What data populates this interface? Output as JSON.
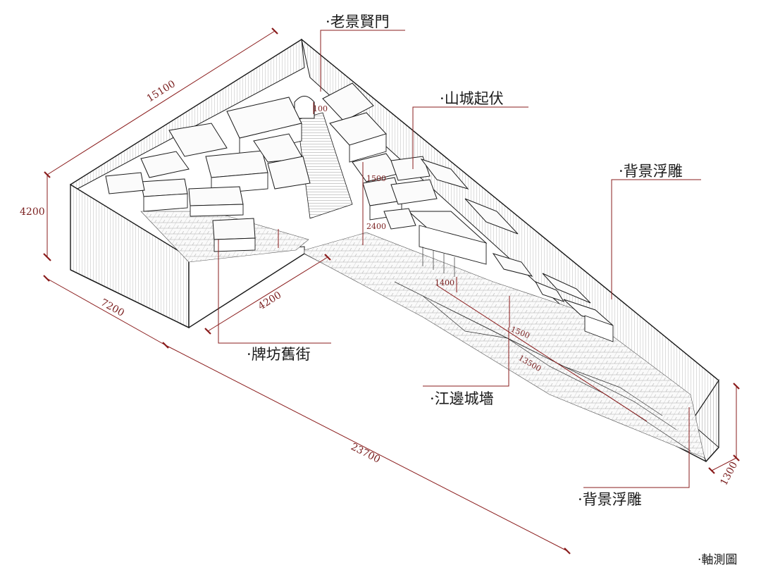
{
  "labels": {
    "old_gate": "老景賢門",
    "mountain_city": "山城起伏",
    "bg_relief_top": "背景浮雕",
    "archway_street": "牌坊舊街",
    "riverside_wall": "江邊城墻",
    "bg_relief_bottom": "背景浮雕",
    "axonometric": "軸測圖",
    "bullet": "·"
  },
  "dimensions": {
    "d15100": "15100",
    "d4200_left": "4200",
    "d7200": "7200",
    "d4200_inner": "4200",
    "d23700": "23700",
    "d1300": "1300",
    "d100": "100",
    "d1500_a": "1500",
    "d2400": "2400",
    "d1400": "1400",
    "d1500_b": "1500",
    "d13500": "13500"
  },
  "colors": {
    "annotation_red": "#8a1c1c",
    "line_black": "#1a1a1a",
    "background": "#ffffff"
  }
}
